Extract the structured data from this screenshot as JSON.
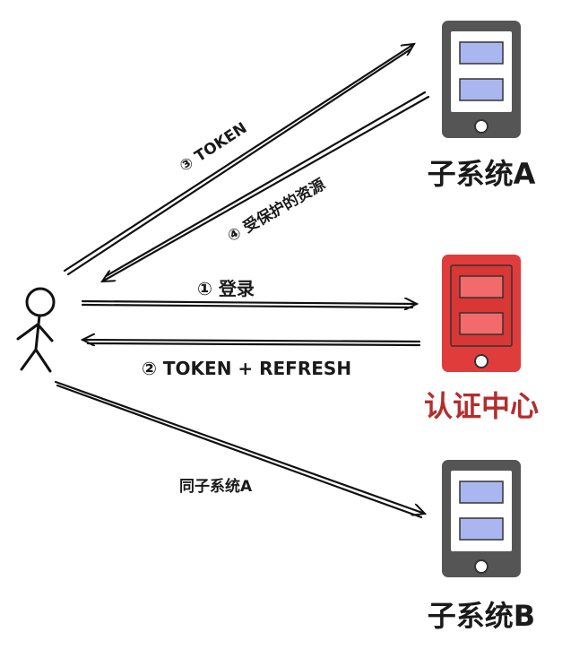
{
  "nodes": {
    "subsystem_a": {
      "caption": "子系统A"
    },
    "auth_center": {
      "caption": "认证中心"
    },
    "subsystem_b": {
      "caption": "子系统B"
    }
  },
  "edges": {
    "token": "③ TOKEN",
    "protected_resource": "④ 受保护的资源",
    "login": "① 登录",
    "token_refresh": "② TOKEN + REFRESH",
    "same_as_a": "同子系统A"
  },
  "colors": {
    "device_frame": "#555555",
    "device_screen": "#ffffff",
    "device_window": "#a9b6ef",
    "auth_frame": "#e03c3c",
    "auth_window": "#f26a6a",
    "auth_caption": "#b42d2d",
    "ink": "#111111"
  },
  "icons": {
    "user": "stick-figure-icon",
    "device": "tablet-device-icon"
  }
}
